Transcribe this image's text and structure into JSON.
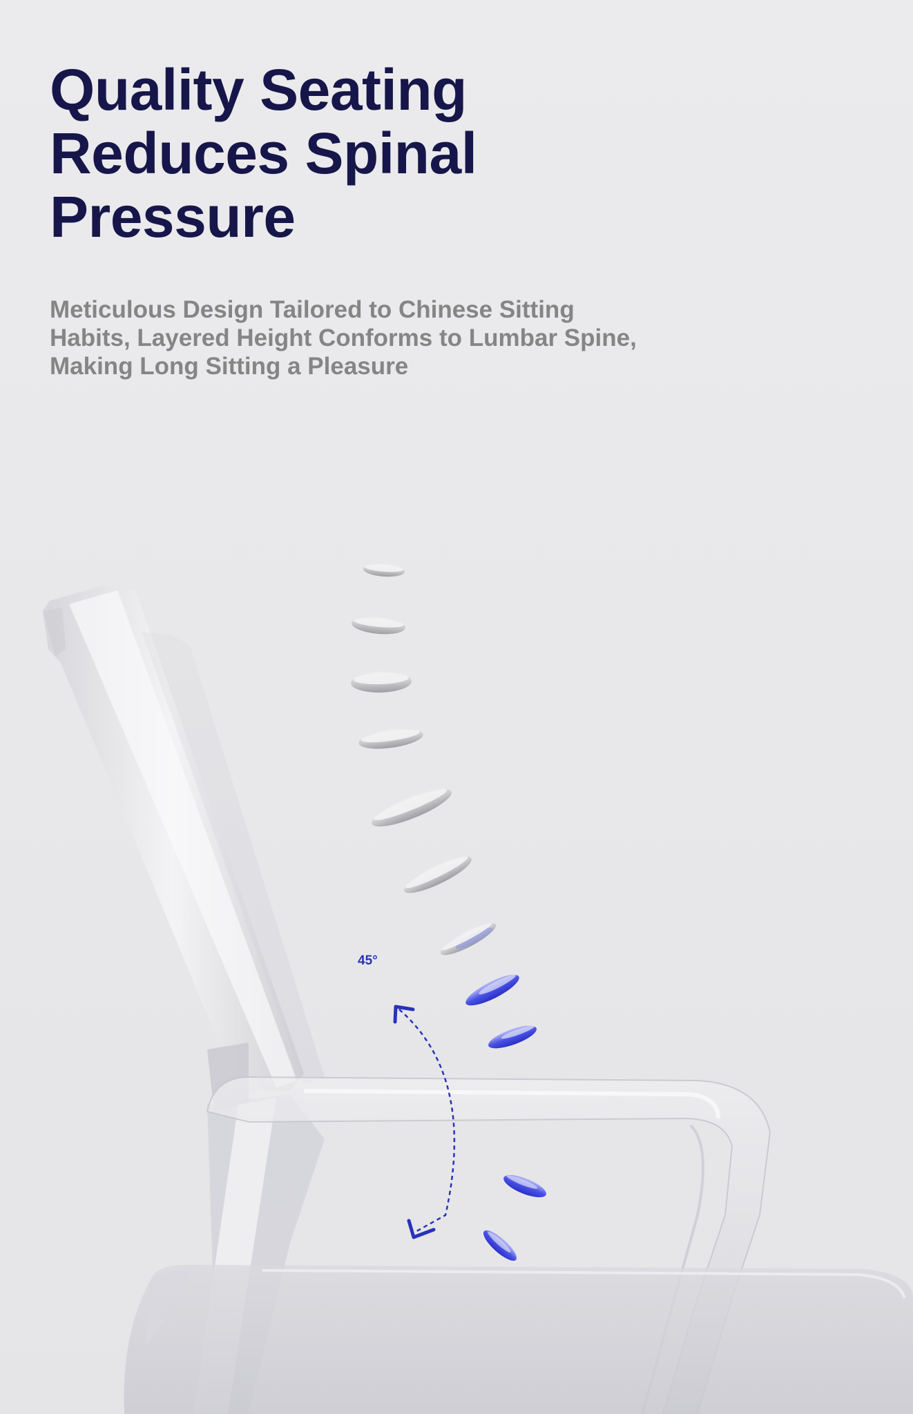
{
  "headline": {
    "lines": [
      "Quality Seating",
      "Reduces Spinal",
      "Pressure"
    ]
  },
  "subheadline": {
    "lines": [
      "Meticulous Design Tailored to Chinese Sitting",
      "Habits, Layered Height Conforms to Lumbar Spine,",
      "Making Long Sitting a Pleasure"
    ]
  },
  "diagram": {
    "angle_label": "45°",
    "vertebra_count": 11,
    "highlighted_vertebra_count": 4,
    "colors": {
      "headline": "#16164a",
      "subheadline": "#858585",
      "accent_blue": "#2a32b8",
      "vertebra_gray": "#c9c9cc",
      "background": "#e8e8ea"
    }
  }
}
